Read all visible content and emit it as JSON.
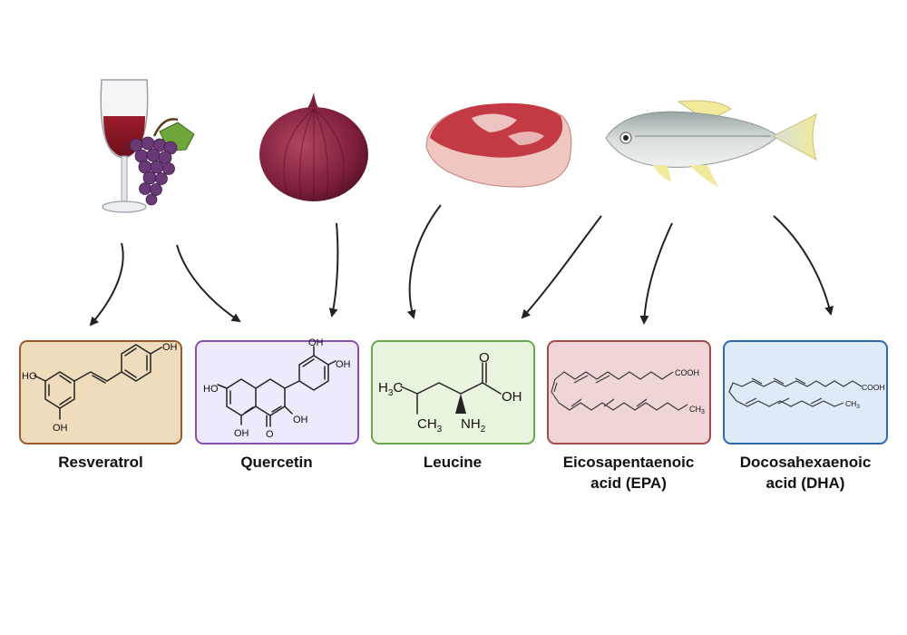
{
  "colors": {
    "resveratrol": {
      "fill": "#efdcbd",
      "stroke": "#9a5a2c"
    },
    "quercetin": {
      "fill": "#eeeafb",
      "stroke": "#8a4fb2"
    },
    "leucine": {
      "fill": "#e8f4dd",
      "stroke": "#6aa84f"
    },
    "epa": {
      "fill": "#efd5d5",
      "stroke": "#a44a4a"
    },
    "dha": {
      "fill": "#dfeaf7",
      "stroke": "#2e6aa8"
    },
    "arrow": "#222222"
  },
  "sources": {
    "wine": {
      "icon": "wine-glass-grapes-icon"
    },
    "onion": {
      "icon": "red-onion-icon"
    },
    "meat": {
      "icon": "steak-icon"
    },
    "fish": {
      "icon": "fish-icon"
    }
  },
  "compounds": [
    {
      "key": "resveratrol",
      "name": "Resveratrol",
      "line2": "",
      "atoms": [
        "OH",
        "HO",
        "OH"
      ]
    },
    {
      "key": "quercetin",
      "name": "Quercetin",
      "line2": "",
      "atoms": [
        "OH",
        "OH",
        "HO",
        "OH",
        "OH",
        "O"
      ]
    },
    {
      "key": "leucine",
      "name": "Leucine",
      "line2": "",
      "atoms": [
        "H",
        "3",
        "C",
        "CH",
        "3",
        "O",
        "OH",
        "NH",
        "2"
      ]
    },
    {
      "key": "epa",
      "name": "Eicosapentaenoic",
      "line2": "acid (EPA)",
      "atoms": [
        "COOH",
        "CH",
        "3"
      ]
    },
    {
      "key": "dha",
      "name": "Docosahexaenoic",
      "line2": "acid (DHA)",
      "atoms": [
        "COOH",
        "CH",
        "3"
      ]
    }
  ]
}
